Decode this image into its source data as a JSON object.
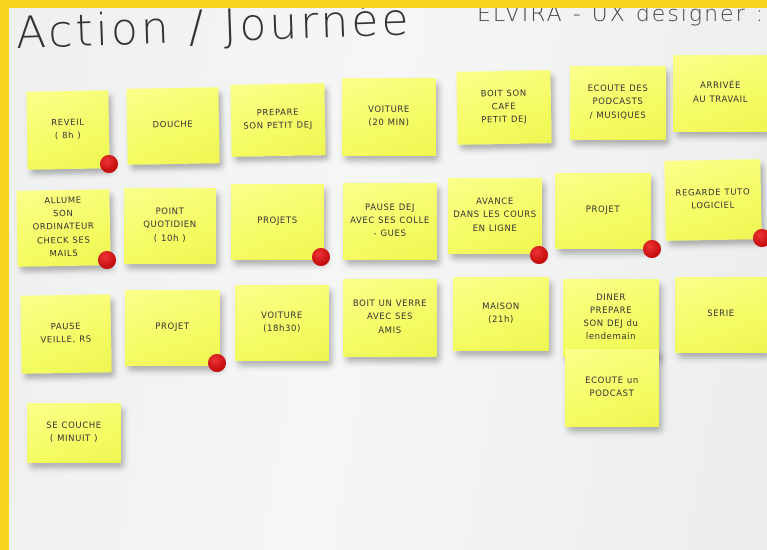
{
  "board": {
    "title": "Action / Journée",
    "author": "ELVIRA - UX designer :"
  },
  "notes": [
    {
      "id": "reveil",
      "text": "REVEIL\n( 8h )"
    },
    {
      "id": "douche",
      "text": "DOUCHE"
    },
    {
      "id": "prepare-petit-dej",
      "text": "PREPARE\nSON PETIT DEJ"
    },
    {
      "id": "voiture-20min",
      "text": "VOITURE\n(20 MIN)"
    },
    {
      "id": "boit-cafe",
      "text": "BOIT SON\nCAFE\nPETIT DEJ"
    },
    {
      "id": "ecoute-podcasts",
      "text": "ECOUTE DES\nPODCASTS\n/ MUSIQUES"
    },
    {
      "id": "arrivee-travail",
      "text": "ARRIVÉE\nAU TRAVAIL"
    },
    {
      "id": "allume-ordinateur",
      "text": "ALLUME\nSON ORDINATEUR\nCHECK SES MAILS"
    },
    {
      "id": "point-quotidien",
      "text": "POINT QUOTIDIEN\n( 10h )"
    },
    {
      "id": "projets",
      "text": "PROJETS"
    },
    {
      "id": "pause-dej",
      "text": "PAUSE DEJ\nAVEC SES COLLE\n- GUES"
    },
    {
      "id": "avance-cours",
      "text": "AVANCE\nDANS LES COURS\nEN LIGNE"
    },
    {
      "id": "projet-1",
      "text": "PROJET"
    },
    {
      "id": "regarde-tuto",
      "text": "REGARDE TUTO\nLOGICIEL"
    },
    {
      "id": "pause-veille",
      "text": "PAUSE\nVEILLE, RS"
    },
    {
      "id": "projet-2",
      "text": "PROJET"
    },
    {
      "id": "voiture-18h30",
      "text": "VOITURE\n(18h30)"
    },
    {
      "id": "boit-verre",
      "text": "BOIT UN VERRE\nAVEC SES\nAMIS"
    },
    {
      "id": "maison",
      "text": "MAISON\n(21h)"
    },
    {
      "id": "diner",
      "text": "DINER\nPREPARE\nSON DEJ du\nlendemain"
    },
    {
      "id": "ecoute-podcast",
      "text": "ECOUTE un\nPODCAST"
    },
    {
      "id": "serie",
      "text": "SERIE"
    },
    {
      "id": "se-couche",
      "text": "SE COUCHE\n( MINUIT )"
    }
  ],
  "colors": {
    "frame": "#f7d51e",
    "note": "#f3fb5e",
    "dot": "#d21414"
  }
}
